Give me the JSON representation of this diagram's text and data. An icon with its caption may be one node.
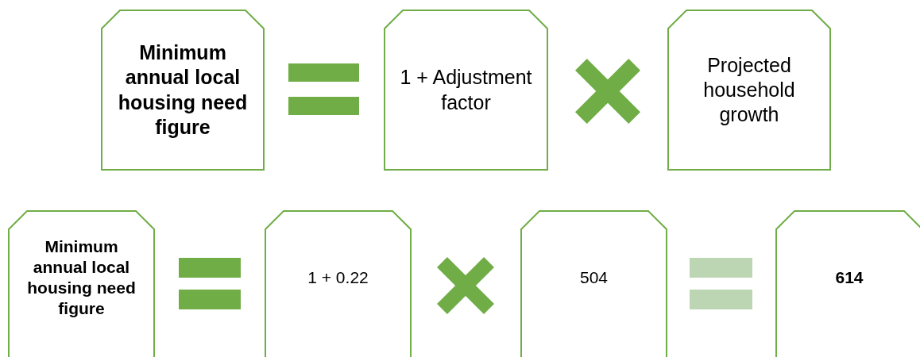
{
  "diagram": {
    "nodes": [
      {
        "text": [
          "Minimum annual local housing need figure"
        ]
      },
      {
        "text": [
          "1 + Adjustment factor"
        ]
      },
      {
        "text": [
          "Projected household growth"
        ]
      },
      {
        "text": [
          "Minimum annual local housing need figure"
        ]
      },
      {
        "text": [
          "1 + 0.22"
        ]
      },
      {
        "text": [
          "504"
        ]
      },
      {
        "text": [
          "614"
        ]
      }
    ]
  }
}
